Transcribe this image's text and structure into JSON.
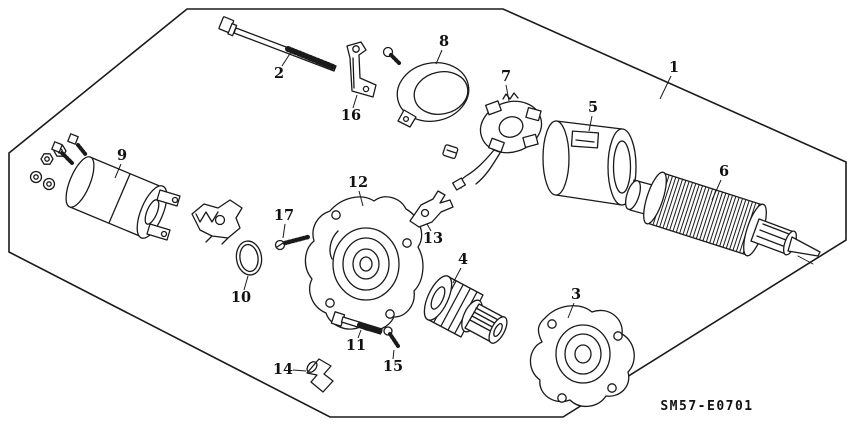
{
  "diagram": {
    "code": "SM57-E0701",
    "colors": {
      "ink": "#1a1a1a",
      "background": "#ffffff"
    },
    "labels": [
      {
        "id": "1"
      },
      {
        "id": "2"
      },
      {
        "id": "3"
      },
      {
        "id": "4"
      },
      {
        "id": "5"
      },
      {
        "id": "6"
      },
      {
        "id": "7"
      },
      {
        "id": "8"
      },
      {
        "id": "9"
      },
      {
        "id": "10"
      },
      {
        "id": "11"
      },
      {
        "id": "12"
      },
      {
        "id": "13"
      },
      {
        "id": "14"
      },
      {
        "id": "15"
      },
      {
        "id": "16"
      },
      {
        "id": "17"
      }
    ]
  }
}
